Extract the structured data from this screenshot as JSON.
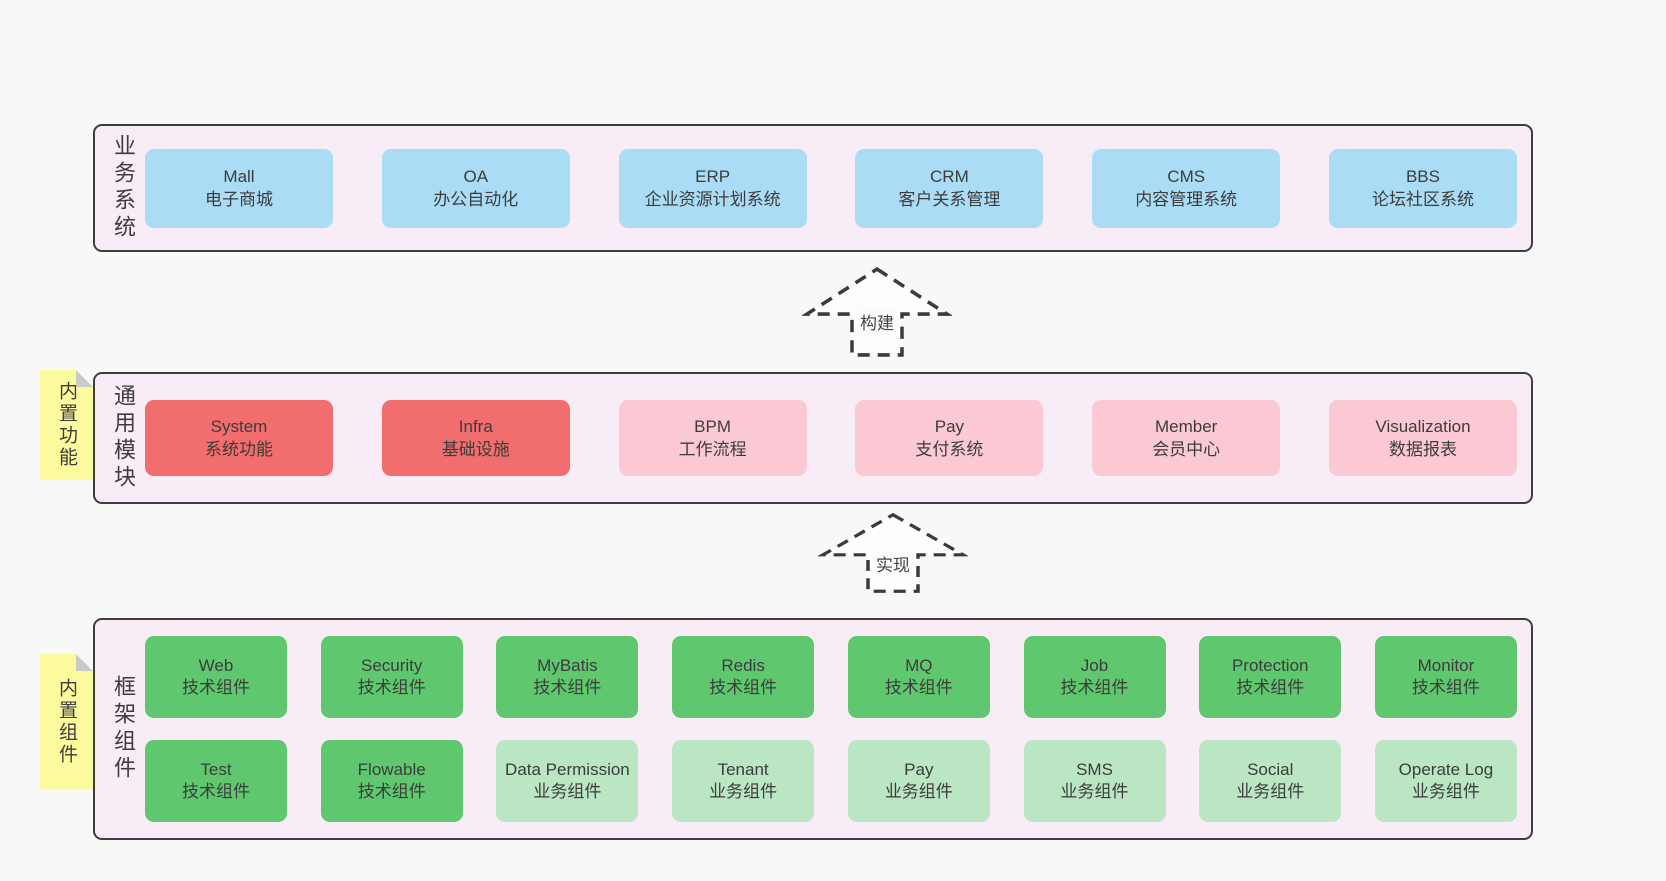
{
  "colors": {
    "page_background": "#f8f8f8",
    "panel_background": "#f8edf6",
    "panel_border": "#3e3e3e",
    "box_blue": "#aadcf6",
    "box_red": "#f26d6d",
    "box_pink": "#fbc9d4",
    "box_green": "#5fc86e",
    "box_green_light": "#bae6c3",
    "note_yellow": "#fbfa9d",
    "note_fold_gray": "#c9c9c9",
    "text": "#3c3c3c"
  },
  "panels": {
    "business": {
      "label": "业务系统",
      "boxes": [
        {
          "name": "box-mall",
          "title": "Mall",
          "subtitle": "电子商城",
          "variant": "blue"
        },
        {
          "name": "box-oa",
          "title": "OA",
          "subtitle": "办公自动化",
          "variant": "blue"
        },
        {
          "name": "box-erp",
          "title": "ERP",
          "subtitle": "企业资源计划系统",
          "variant": "blue"
        },
        {
          "name": "box-crm",
          "title": "CRM",
          "subtitle": "客户关系管理",
          "variant": "blue"
        },
        {
          "name": "box-cms",
          "title": "CMS",
          "subtitle": "内容管理系统",
          "variant": "blue"
        },
        {
          "name": "box-bbs",
          "title": "BBS",
          "subtitle": "论坛社区系统",
          "variant": "blue"
        }
      ]
    },
    "modules": {
      "label": "通用模块",
      "note": "内置功能",
      "boxes": [
        {
          "name": "box-system",
          "title": "System",
          "subtitle": "系统功能",
          "variant": "red"
        },
        {
          "name": "box-infra",
          "title": "Infra",
          "subtitle": "基础设施",
          "variant": "red"
        },
        {
          "name": "box-bpm",
          "title": "BPM",
          "subtitle": "工作流程",
          "variant": "pink"
        },
        {
          "name": "box-pay",
          "title": "Pay",
          "subtitle": "支付系统",
          "variant": "pink"
        },
        {
          "name": "box-member",
          "title": "Member",
          "subtitle": "会员中心",
          "variant": "pink"
        },
        {
          "name": "box-visualization",
          "title": "Visualization",
          "subtitle": "数据报表",
          "variant": "pink"
        }
      ]
    },
    "framework": {
      "label": "框架组件",
      "note": "内置组件",
      "rows": [
        [
          {
            "name": "box-web",
            "title": "Web",
            "subtitle": "技术组件",
            "variant": "green"
          },
          {
            "name": "box-security",
            "title": "Security",
            "subtitle": "技术组件",
            "variant": "green"
          },
          {
            "name": "box-mybatis",
            "title": "MyBatis",
            "subtitle": "技术组件",
            "variant": "green"
          },
          {
            "name": "box-redis",
            "title": "Redis",
            "subtitle": "技术组件",
            "variant": "green"
          },
          {
            "name": "box-mq",
            "title": "MQ",
            "subtitle": "技术组件",
            "variant": "green"
          },
          {
            "name": "box-job",
            "title": "Job",
            "subtitle": "技术组件",
            "variant": "green"
          },
          {
            "name": "box-protection",
            "title": "Protection",
            "subtitle": "技术组件",
            "variant": "green"
          },
          {
            "name": "box-monitor",
            "title": "Monitor",
            "subtitle": "技术组件",
            "variant": "green"
          }
        ],
        [
          {
            "name": "box-test",
            "title": "Test",
            "subtitle": "技术组件",
            "variant": "green"
          },
          {
            "name": "box-flowable",
            "title": "Flowable",
            "subtitle": "技术组件",
            "variant": "green"
          },
          {
            "name": "box-data-permission",
            "title": "Data Permission",
            "subtitle": "业务组件",
            "variant": "green-light"
          },
          {
            "name": "box-tenant",
            "title": "Tenant",
            "subtitle": "业务组件",
            "variant": "green-light"
          },
          {
            "name": "box-pay-component",
            "title": "Pay",
            "subtitle": "业务组件",
            "variant": "green-light"
          },
          {
            "name": "box-sms",
            "title": "SMS",
            "subtitle": "业务组件",
            "variant": "green-light"
          },
          {
            "name": "box-social",
            "title": "Social",
            "subtitle": "业务组件",
            "variant": "green-light"
          },
          {
            "name": "box-operate-log",
            "title": "Operate Log",
            "subtitle": "业务组件",
            "variant": "green-light"
          }
        ]
      ]
    }
  },
  "arrows": {
    "build": {
      "label": "构建"
    },
    "implement": {
      "label": "实现"
    }
  }
}
